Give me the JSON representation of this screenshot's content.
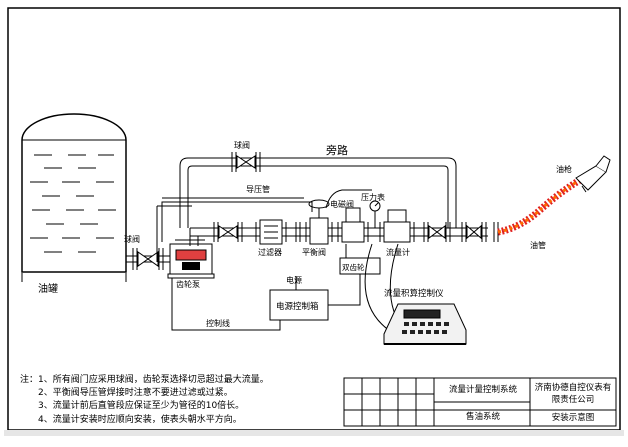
{
  "labels": {
    "tank": "油罐",
    "ball_valve_left": "球阀",
    "ball_valve_top": "球阀",
    "bypass": "旁路",
    "gear_pump": "齿轮泵",
    "pressure_pipe": "导压管",
    "solenoid_valve": "电磁阀",
    "pressure_gauge": "压力表",
    "filter": "过滤器",
    "balance_valve": "平衡阀",
    "flow_meter": "流量计",
    "gear_pump_pipe": "双齿轮",
    "power": "电源",
    "control_box": "电源控制箱",
    "control_line": "控制线",
    "instrument": "流量积算控制仪",
    "nozzle": "油枪",
    "hose": "油管"
  },
  "notes": {
    "lead": "注：",
    "items": [
      "1、所有阀门应采用球阀，齿轮泵选择切忌超过最大流量。",
      "2、平衡阀导压管焊接时注意不要进过滤或过紧。",
      "3、流量计前后直管段应保证至少为管径的10倍长。",
      "4、流量计安装时应顺向安装，使表头朝水平方向。"
    ]
  },
  "title_block": {
    "system": "流量计量控制系统",
    "sub": "售油系统",
    "company": "济南协德自控仪表有限责任公司",
    "drawing": "安装示意图"
  }
}
